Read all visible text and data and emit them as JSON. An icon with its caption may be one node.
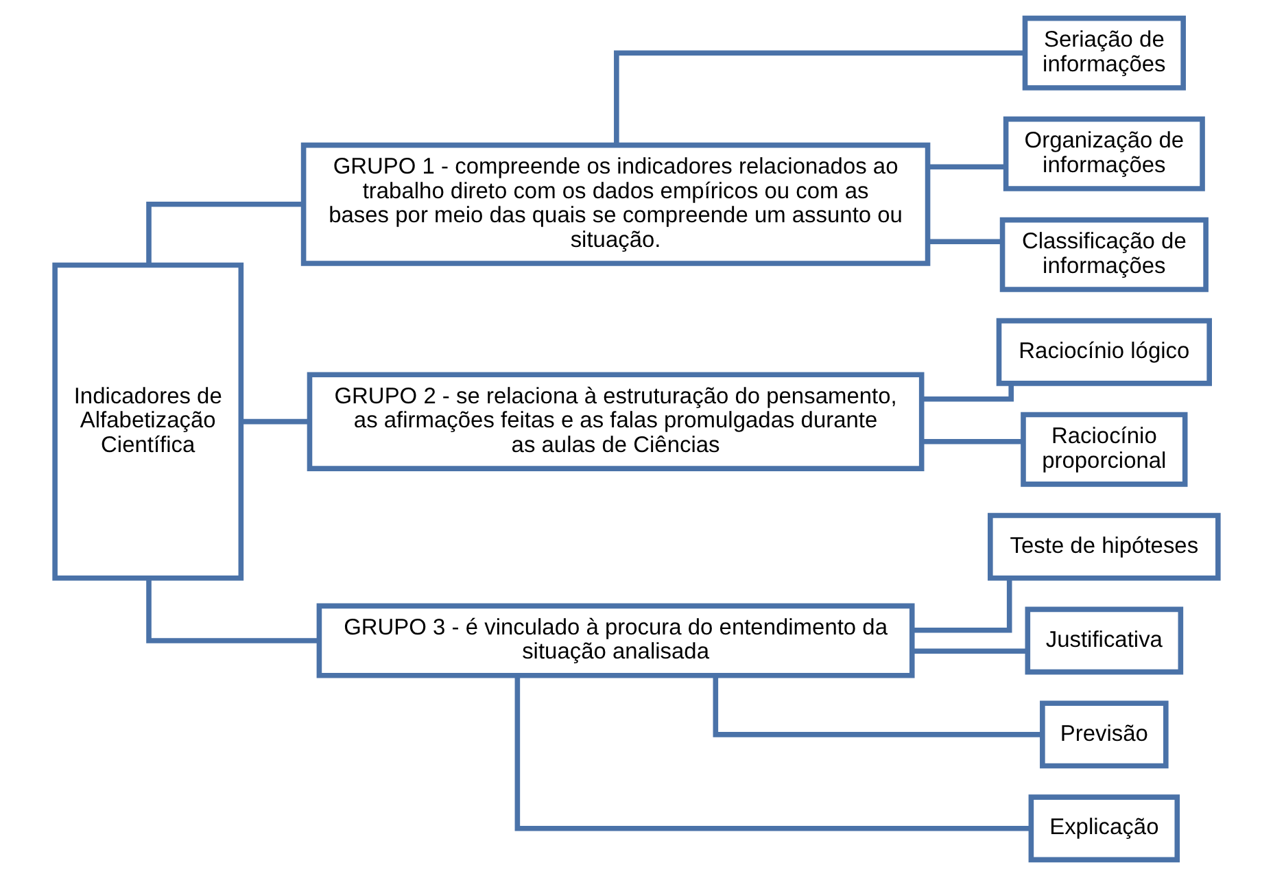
{
  "diagram": {
    "nodes": [
      {
        "text": [
          "Indicadores de Alfabetização Científica"
        ]
      },
      {
        "text": [
          "GRUPO 1 - compreende os indicadores relacionados ao trabalho direto com os dados empíricos ou com as bases por meio das quais se compreende um assunto ou situação."
        ]
      },
      {
        "text": [
          "GRUPO 2 - se relaciona à estruturação do pensamento, as afirmações feitas e as falas promulgadas durante as aulas de Ciências"
        ]
      },
      {
        "text": [
          "GRUPO 3 - é vinculado à procura do entendimento da situação analisada"
        ]
      },
      {
        "text": [
          "Seriação de informações"
        ]
      },
      {
        "text": [
          "Organização de informações"
        ]
      },
      {
        "text": [
          "Classificação de informações"
        ]
      },
      {
        "text": [
          "Raciocínio lógico"
        ]
      },
      {
        "text": [
          "Raciocínio proporcional"
        ]
      },
      {
        "text": [
          "Teste de hipóteses"
        ]
      },
      {
        "text": [
          "Justificativa"
        ]
      },
      {
        "text": [
          "Previsão"
        ]
      },
      {
        "text": [
          "Explicação"
        ]
      }
    ],
    "edges": [
      {
        "from": 0,
        "to": 1,
        "arrow": "none"
      },
      {
        "from": 0,
        "to": 2,
        "arrow": "none"
      },
      {
        "from": 0,
        "to": 3,
        "arrow": "none"
      },
      {
        "from": 1,
        "to": 4,
        "arrow": "none"
      },
      {
        "from": 1,
        "to": 5,
        "arrow": "none"
      },
      {
        "from": 1,
        "to": 6,
        "arrow": "none"
      },
      {
        "from": 2,
        "to": 7,
        "arrow": "none"
      },
      {
        "from": 2,
        "to": 8,
        "arrow": "none"
      },
      {
        "from": 3,
        "to": 9,
        "arrow": "none"
      },
      {
        "from": 3,
        "to": 10,
        "arrow": "none"
      },
      {
        "from": 3,
        "to": 11,
        "arrow": "none"
      },
      {
        "from": 3,
        "to": 12,
        "arrow": "none"
      }
    ]
  }
}
